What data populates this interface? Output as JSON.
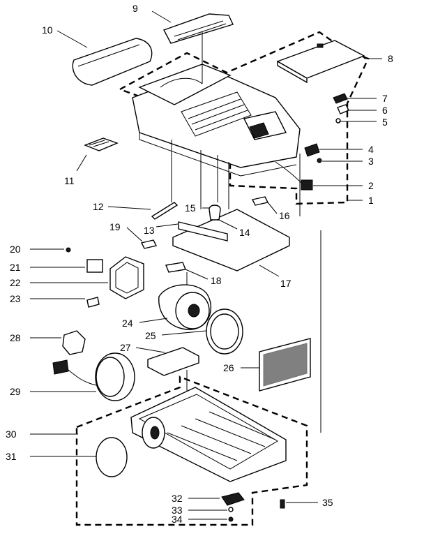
{
  "callouts": [
    {
      "id": "p1",
      "label": "1"
    },
    {
      "id": "p2",
      "label": "2"
    },
    {
      "id": "p3",
      "label": "3"
    },
    {
      "id": "p4",
      "label": "4"
    },
    {
      "id": "p5",
      "label": "5"
    },
    {
      "id": "p6",
      "label": "6"
    },
    {
      "id": "p7",
      "label": "7"
    },
    {
      "id": "p8",
      "label": "8"
    },
    {
      "id": "p9",
      "label": "9"
    },
    {
      "id": "p10",
      "label": "10"
    },
    {
      "id": "p11",
      "label": "11"
    },
    {
      "id": "p12",
      "label": "12"
    },
    {
      "id": "p13",
      "label": "13"
    },
    {
      "id": "p14",
      "label": "14"
    },
    {
      "id": "p15",
      "label": "15"
    },
    {
      "id": "p16",
      "label": "16"
    },
    {
      "id": "p17",
      "label": "17"
    },
    {
      "id": "p18",
      "label": "18"
    },
    {
      "id": "p19",
      "label": "19"
    },
    {
      "id": "p20",
      "label": "20"
    },
    {
      "id": "p21",
      "label": "21"
    },
    {
      "id": "p22",
      "label": "22"
    },
    {
      "id": "p23",
      "label": "23"
    },
    {
      "id": "p24",
      "label": "24"
    },
    {
      "id": "p25",
      "label": "25"
    },
    {
      "id": "p26",
      "label": "26"
    },
    {
      "id": "p27",
      "label": "27"
    },
    {
      "id": "p28",
      "label": "28"
    },
    {
      "id": "p29",
      "label": "29"
    },
    {
      "id": "p30",
      "label": "30"
    },
    {
      "id": "p31",
      "label": "31"
    },
    {
      "id": "p32",
      "label": "32"
    },
    {
      "id": "p33",
      "label": "33"
    },
    {
      "id": "p34",
      "label": "34"
    },
    {
      "id": "p35",
      "label": "35"
    }
  ]
}
